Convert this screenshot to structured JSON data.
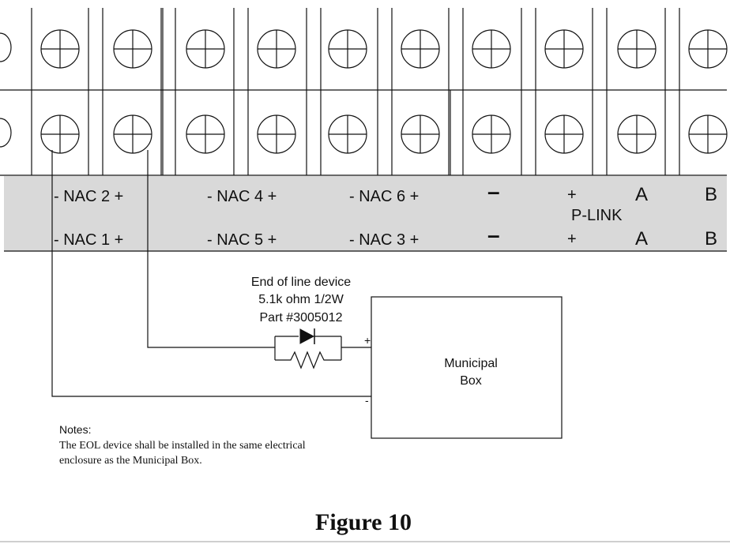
{
  "terminal_labels": {
    "upper_row": {
      "nac2": "-  NAC 2 +",
      "nac4": "- NAC 4 +",
      "nac6": "- NAC 6 +",
      "minus": "–",
      "plus": "+",
      "a": "A",
      "b": "B"
    },
    "p_link": "P-LINK",
    "lower_row": {
      "nac1": "-  NAC 1 +",
      "nac5": "- NAC 5 +",
      "nac3": "- NAC 3 +",
      "minus": "–",
      "plus": "+",
      "a": "A",
      "b": "B"
    }
  },
  "eol_device": {
    "line1": "End of line device",
    "line2": "5.1k ohm 1/2W",
    "line3": "Part #3005012"
  },
  "municipal_box": {
    "line1": "Municipal",
    "line2": "Box",
    "plus_terminal": "+",
    "minus_terminal": "-"
  },
  "notes": {
    "heading": "Notes:",
    "line1": "The EOL device shall be installed in the same electrical",
    "line2": "enclosure as the Municipal Box."
  },
  "figure_caption": "Figure 10",
  "colors": {
    "label_band": "#d9d9d9",
    "line": "#111111"
  }
}
